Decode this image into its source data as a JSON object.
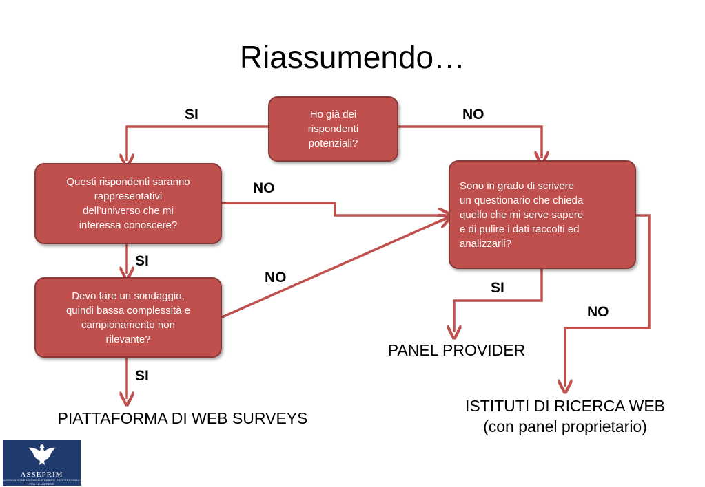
{
  "title": "Riassumendo…",
  "nodes": {
    "q1": "Ho già dei\nrispondenti\npotenziali?",
    "q2": "Questi rispondenti saranno\nrappresentativi\ndell’universo che mi\ninteressa conoscere?",
    "q3": "Devo fare un sondaggio,\nquindi bassa complessità e\ncampionamento non\nrilevante?",
    "q4": "Sono in grado di scrivere\nun questionario che chieda\nquello che mi serve sapere\ne di pulire i dati raccolti ed\nanalizzarli?"
  },
  "labels": {
    "si_top": "SI",
    "no_top": "NO",
    "no_q2": "NO",
    "si_q2": "SI",
    "no_q3": "NO",
    "si_q3": "SI",
    "si_q4": "SI",
    "no_q4": "NO"
  },
  "outcomes": {
    "piattaforma": "PIATTAFORMA DI WEB SURVEYS",
    "panel_provider": "PANEL PROVIDER",
    "istituti": "ISTITUTI DI RICERCA WEB\n(con panel proprietario)"
  },
  "logo": {
    "name": "ASSEPRIM",
    "tagline": "ASSOCIAZIONE NAZIONALE SERVIZI PROFESSIONALI PER LE IMPRESE"
  },
  "colors": {
    "box_fill": "#c0504d",
    "box_border": "#8c3836",
    "arrow": "#c0504d",
    "logo_bg": "#1f3b6e"
  }
}
